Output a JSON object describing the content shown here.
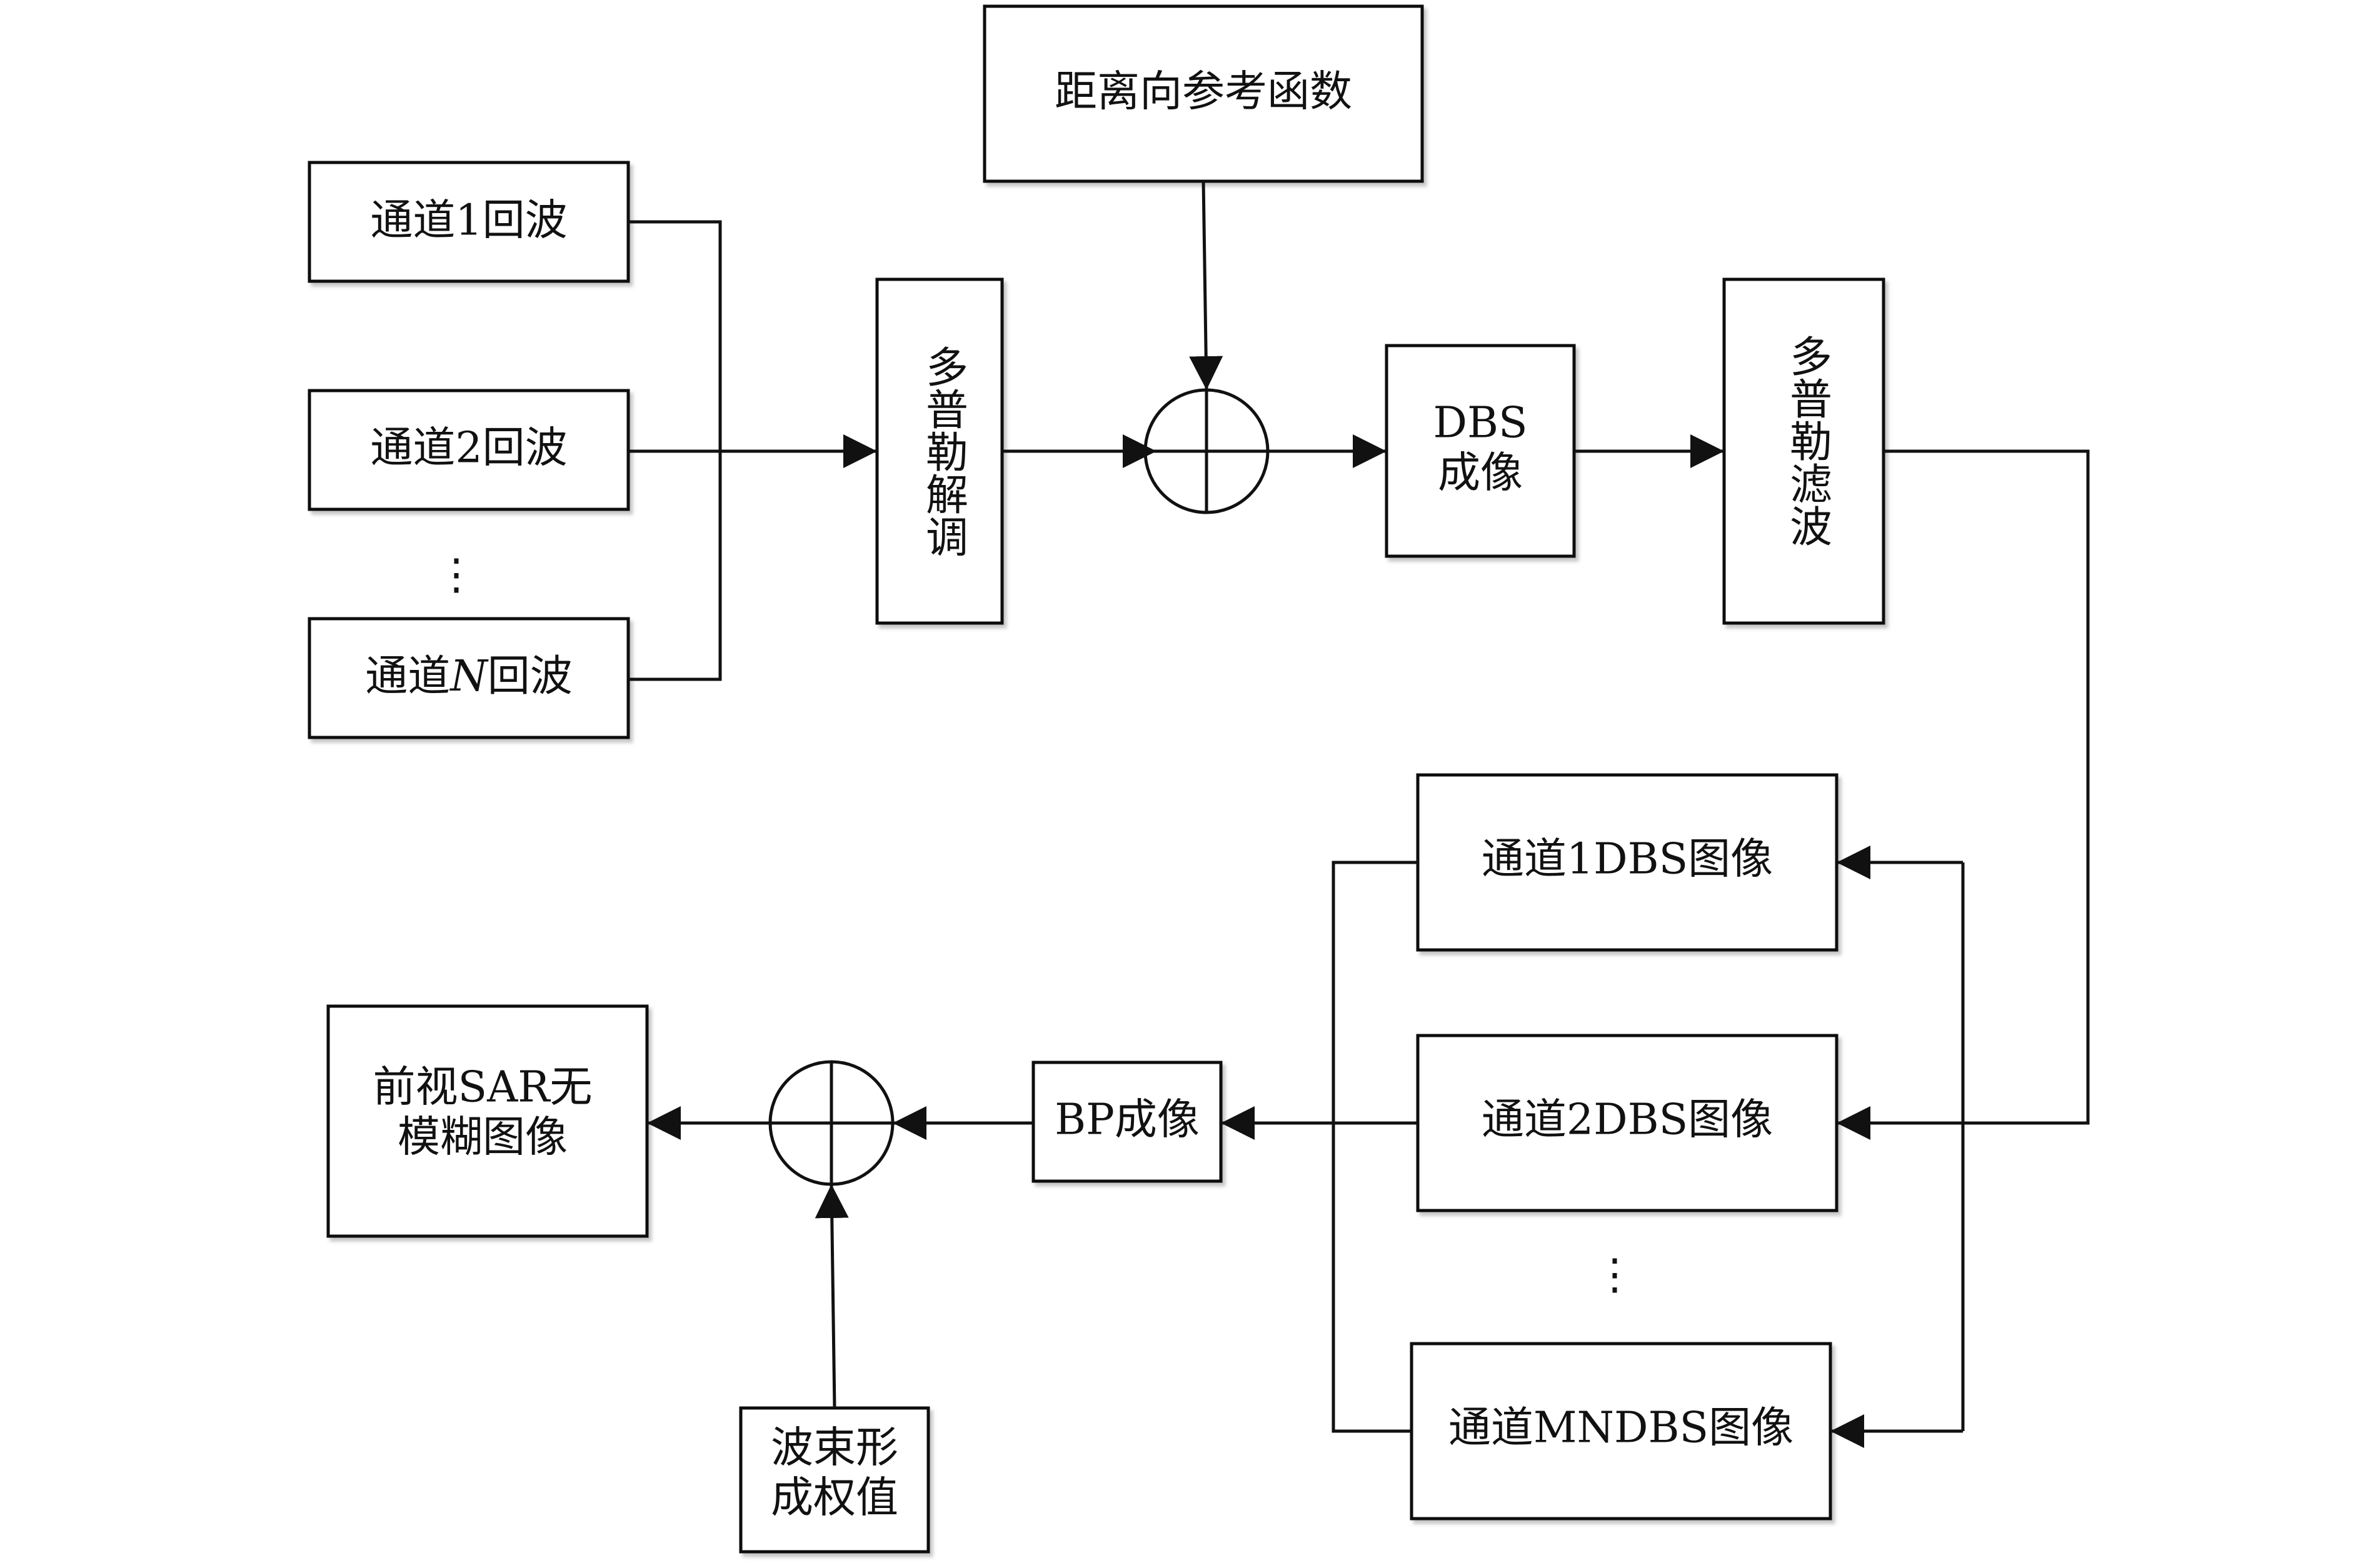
{
  "colors": {
    "stroke": "#111111",
    "background": "#ffffff",
    "shadow": "#c8c8c8"
  },
  "nodes": {
    "ch1_echo": "通道1回波",
    "ch2_echo": "通道2回波",
    "chN_echo": {
      "prefix": "通道",
      "var": "N",
      "suffix": "回波"
    },
    "left_dots": "⋮",
    "range_ref": "距离向参考函数",
    "doppler_demod": "多普勒解调",
    "dbs_imaging": {
      "line1": "DBS",
      "line2": "成像"
    },
    "doppler_filter": "多普勒滤波",
    "ch1_dbs": "通道1DBS图像",
    "ch2_dbs": "通道2DBS图像",
    "right_dots": "⋮",
    "chMN_dbs": "通道MNDBS图像",
    "bp_imaging": "BP成像",
    "beam_weights": {
      "line1": "波束形",
      "line2": "成权值"
    },
    "output_image": {
      "line1": "前视SAR无",
      "line2": "模糊图像"
    }
  }
}
